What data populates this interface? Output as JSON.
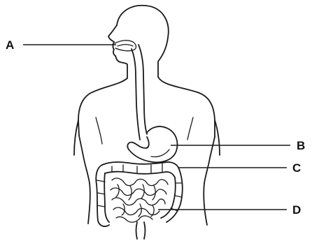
{
  "diagram": {
    "labels": {
      "a": "A",
      "b": "B",
      "c": "C",
      "d": "D"
    },
    "colors": {
      "ink": "#1a1a1a",
      "background": "#ffffff"
    }
  }
}
